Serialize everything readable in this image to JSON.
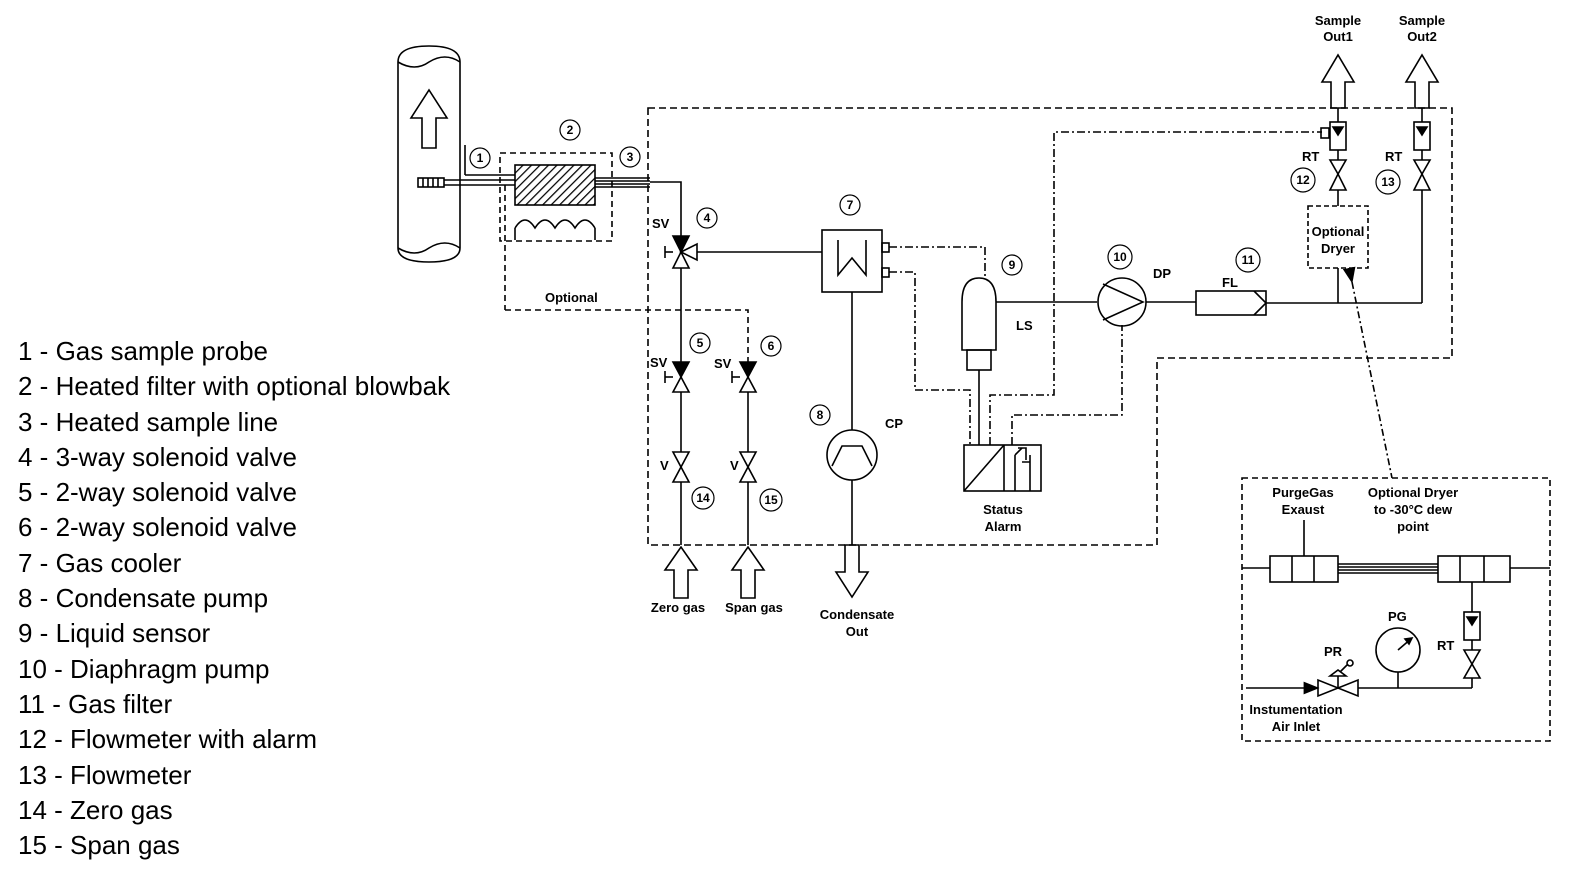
{
  "diagram": {
    "labels": {
      "sample_out1": [
        "Sample",
        "Out1"
      ],
      "sample_out2": [
        "Sample",
        "Out2"
      ],
      "optional": "Optional",
      "sv4": "SV",
      "sv5": "SV",
      "sv6": "SV",
      "v14": "V",
      "v15": "V",
      "zero_gas": "Zero gas",
      "span_gas": "Span gas",
      "cp": "CP",
      "condensate_out": [
        "Condensate",
        "Out"
      ],
      "ls": "LS",
      "status_alarm": [
        "Status",
        "Alarm"
      ],
      "dp": "DP",
      "fl": "FL",
      "rt12": "RT",
      "rt13": "RT",
      "optional_dryer": [
        "Optional",
        "Dryer"
      ],
      "purge_gas": [
        "PurgeGas",
        "Exaust"
      ],
      "optional_dryer_detail": [
        "Optional Dryer",
        "to -30°C dew",
        "point"
      ],
      "pg": "PG",
      "pr": "PR",
      "rt_inset": "RT",
      "instrumentation_inlet": [
        "Instumentation",
        "Air Inlet"
      ]
    },
    "callouts": [
      "1",
      "2",
      "3",
      "4",
      "5",
      "6",
      "7",
      "8",
      "9",
      "10",
      "11",
      "12",
      "13",
      "14",
      "15"
    ]
  },
  "legend": [
    "1 - Gas sample probe",
    "2 - Heated filter with optional blowbak",
    "3 - Heated sample line",
    "4 - 3-way solenoid valve",
    "5 - 2-way solenoid valve",
    "6 - 2-way solenoid valve",
    "7 - Gas cooler",
    "8 - Condensate pump",
    "9 - Liquid sensor",
    "10 - Diaphragm pump",
    "11 - Gas filter",
    "12 - Flowmeter with alarm",
    "13 - Flowmeter",
    "14 - Zero gas",
    "15 - Span gas"
  ]
}
